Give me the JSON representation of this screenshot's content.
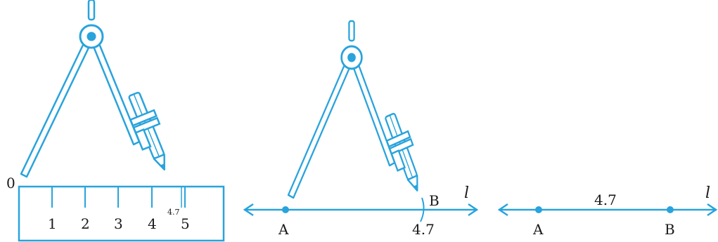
{
  "colors": {
    "accent": "#29a3dc",
    "accent_fill": "#ffffff",
    "text": "#1a1a1a"
  },
  "figure1": {
    "zero_label": "0",
    "ruler_numbers": [
      "1",
      "2",
      "3",
      "4",
      "5"
    ],
    "mark_label": "4.7"
  },
  "figure2": {
    "point_a": "A",
    "point_b": "B",
    "line_label": "l",
    "length_label": "4.7"
  },
  "figure3": {
    "point_a": "A",
    "point_b": "B",
    "line_label": "l",
    "length_label": "4.7"
  }
}
